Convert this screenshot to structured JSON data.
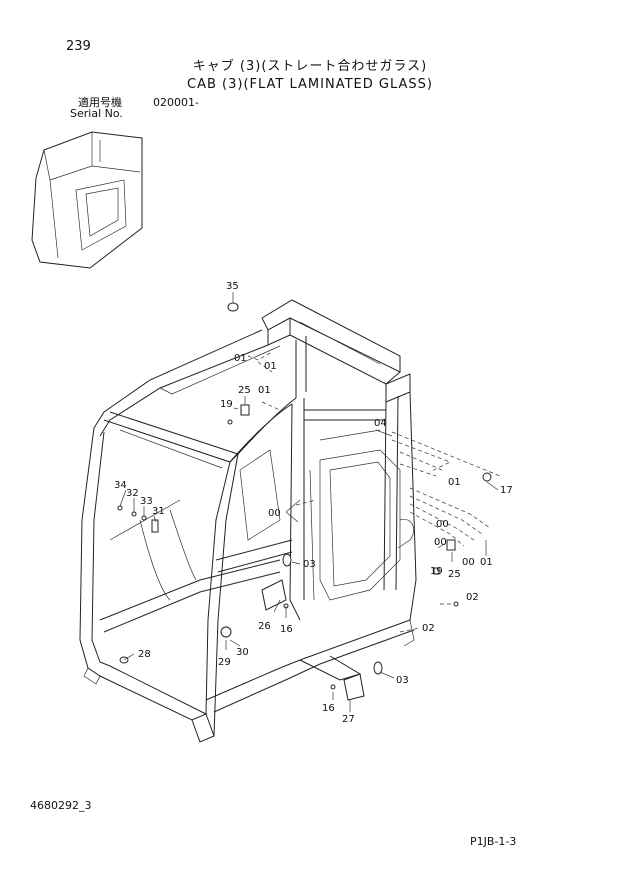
{
  "header": {
    "page_number": "239",
    "title_jp": "キャブ (3)(ストレート合わせガラス)",
    "title_en": "CAB (3)(FLAT LAMINATED GLASS)",
    "serial_label_jp": "適用号機",
    "serial_label_en": "Serial No.",
    "serial_value": "020001-"
  },
  "callouts": [
    {
      "id": "c35",
      "text": "35"
    },
    {
      "id": "c01a",
      "text": "01"
    },
    {
      "id": "c01b",
      "text": "01"
    },
    {
      "id": "c25a",
      "text": "25"
    },
    {
      "id": "c01c",
      "text": "01"
    },
    {
      "id": "c19a",
      "text": "19"
    },
    {
      "id": "c04",
      "text": "04"
    },
    {
      "id": "c01d",
      "text": "01"
    },
    {
      "id": "c17",
      "text": "17"
    },
    {
      "id": "c34",
      "text": "34"
    },
    {
      "id": "c32",
      "text": "32"
    },
    {
      "id": "c33",
      "text": "33"
    },
    {
      "id": "c31",
      "text": "31"
    },
    {
      "id": "c00a",
      "text": "00"
    },
    {
      "id": "c00b",
      "text": "00"
    },
    {
      "id": "c00c",
      "text": "00"
    },
    {
      "id": "c03a",
      "text": "03"
    },
    {
      "id": "c19b",
      "text": "19"
    },
    {
      "id": "c25b",
      "text": "25"
    },
    {
      "id": "c00d",
      "text": "00"
    },
    {
      "id": "c01e",
      "text": "01"
    },
    {
      "id": "c02a",
      "text": "02"
    },
    {
      "id": "c26",
      "text": "26"
    },
    {
      "id": "c16a",
      "text": "16"
    },
    {
      "id": "c02b",
      "text": "02"
    },
    {
      "id": "c28",
      "text": "28"
    },
    {
      "id": "c29",
      "text": "29"
    },
    {
      "id": "c30",
      "text": "30"
    },
    {
      "id": "c03b",
      "text": "03"
    },
    {
      "id": "c16b",
      "text": "16"
    },
    {
      "id": "c27",
      "text": "27"
    }
  ],
  "footer": {
    "doc_code": "4680292_3",
    "sheet_code": "P1JB-1-3"
  }
}
